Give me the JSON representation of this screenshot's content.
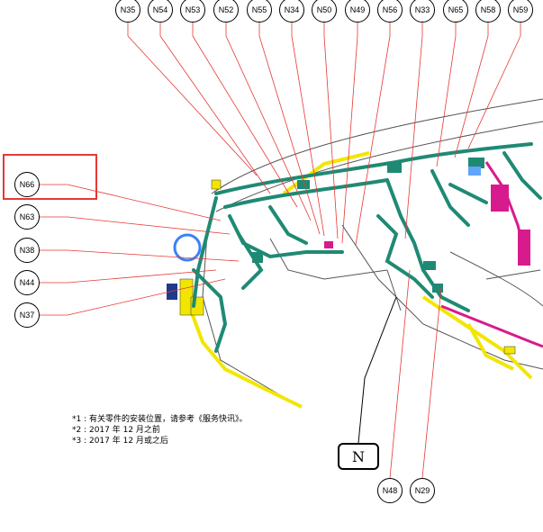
{
  "connectors_top": [
    "N35",
    "N54",
    "N53",
    "N52",
    "N55",
    "N34",
    "N50",
    "N49",
    "N56",
    "N33",
    "N65",
    "N58",
    "N59"
  ],
  "connectors_left": [
    "N66",
    "N63",
    "N38",
    "N44",
    "N37"
  ],
  "connectors_bottom": [
    "N48",
    "N29"
  ],
  "highlighted_connector": "N66",
  "location_label": "N",
  "notes": [
    "*1 : 有关零件的安装位置，请参考《服务快讯》。",
    "*2 : 2017 年 12 月之前",
    "*3 : 2017 年 12 月或之后"
  ],
  "colors": {
    "harness": "#1f8a74",
    "leader_line": "#e53935",
    "yellow_part": "#f2e600",
    "magenta_part": "#d81b8c",
    "highlight": "#e53935"
  }
}
